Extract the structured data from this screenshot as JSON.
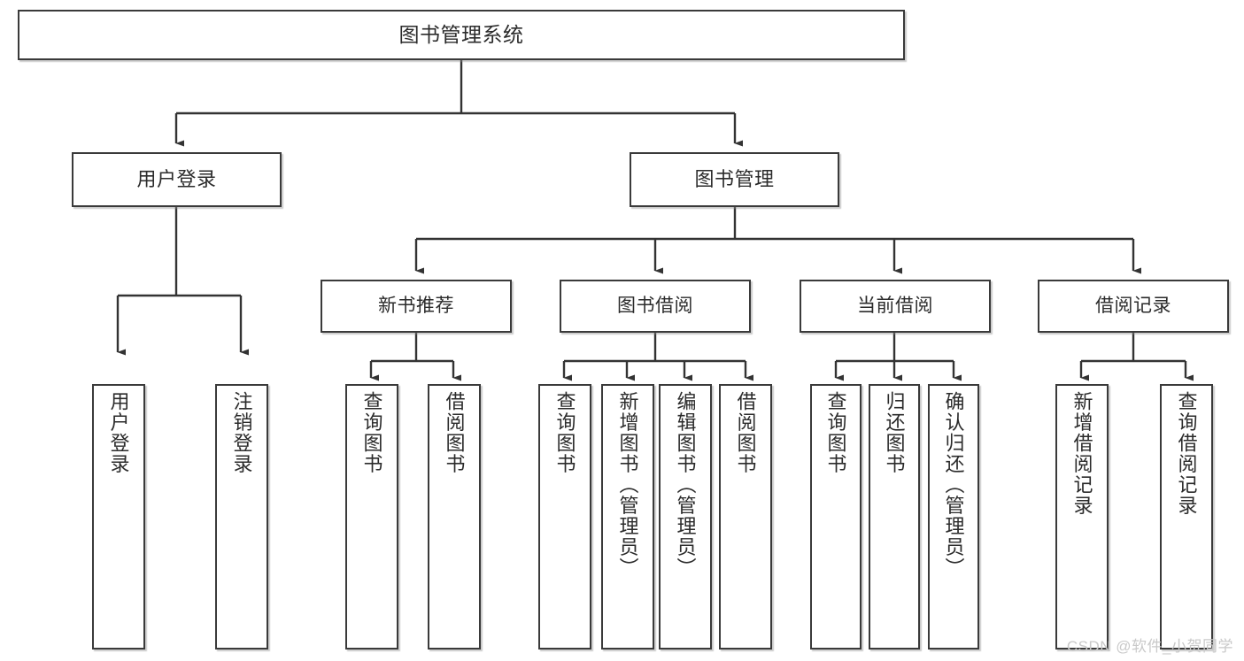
{
  "diagram": {
    "title": "图书管理系统",
    "watermark": "CSDN @软件_小贺同学",
    "line_color": "#333333",
    "box_border_color": "#3a3a3a",
    "box_fill": "#ffffff",
    "text_color": "#2b2b2b",
    "watermark_color": "#c9c9c9"
  },
  "nodes": {
    "root": {
      "label": "图书管理系统"
    },
    "level2": [
      {
        "label": "用户登录"
      },
      {
        "label": "图书管理"
      }
    ],
    "level3": [
      {
        "label": "新书推荐"
      },
      {
        "label": "图书借阅"
      },
      {
        "label": "当前借阅"
      },
      {
        "label": "借阅记录"
      }
    ],
    "leaves": {
      "user_login": [
        {
          "label": "用户登录"
        },
        {
          "label": "注销登录"
        }
      ],
      "new_book_recommend": [
        {
          "label": "查询图书"
        },
        {
          "label": "借阅图书"
        }
      ],
      "book_borrow": [
        {
          "label": "查询图书"
        },
        {
          "label": "新增图书（管理员）"
        },
        {
          "label": "编辑图书（管理员）"
        },
        {
          "label": "借阅图书"
        }
      ],
      "current_borrow": [
        {
          "label": "查询图书"
        },
        {
          "label": "归还图书"
        },
        {
          "label": "确认归还（管理员）"
        }
      ],
      "borrow_record": [
        {
          "label": "新增借阅记录"
        },
        {
          "label": "查询借阅记录"
        }
      ]
    }
  }
}
